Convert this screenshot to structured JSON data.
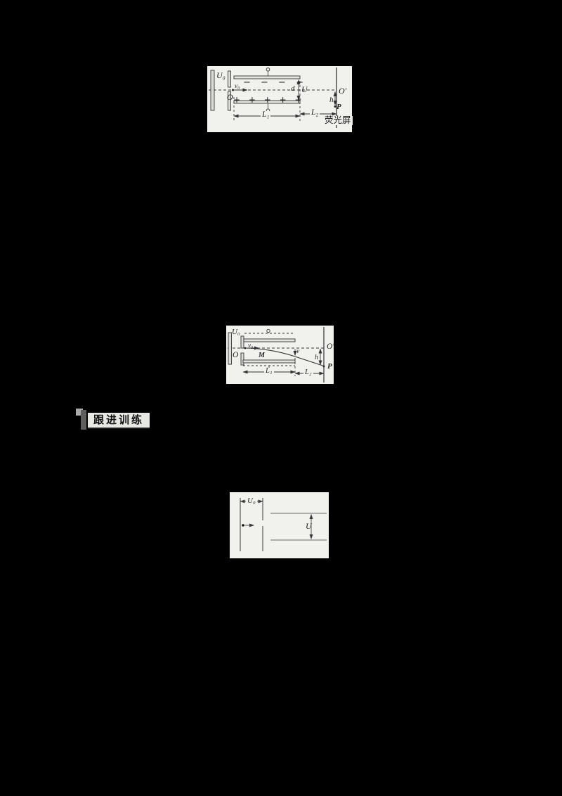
{
  "page": {
    "background": "#000000",
    "panel_color": "#f1f1ee",
    "line_color": "#333333"
  },
  "figure_top": {
    "description": "electron accelerated then deflected between charged plates, hitting fluorescent screen",
    "labels": {
      "u0": "U₀",
      "v0": "v₀",
      "o": "O",
      "minus_row": "− − − −",
      "plus_row": "+ + + + +",
      "d": "d",
      "u": "U",
      "o_prime": "O′",
      "h": "h",
      "p": "P",
      "l1": "L₁",
      "l2": "L₂",
      "screen": "荧光屏"
    }
  },
  "figure_middle": {
    "description": "same setup showing parabolic trajectory through plates to screen",
    "labels": {
      "u0": "U₀",
      "o": "O",
      "v0": "v₀",
      "m": "M",
      "v": "v",
      "o_prime": "O′",
      "h": "h",
      "p": "P",
      "l1": "L₁",
      "l2": "L₂"
    }
  },
  "figure_bottom": {
    "description": "accelerating gap U0 followed by deflecting plates with voltage U",
    "labels": {
      "u0": "U₀",
      "u": "U"
    }
  },
  "badge": {
    "label": "跟进训练"
  }
}
